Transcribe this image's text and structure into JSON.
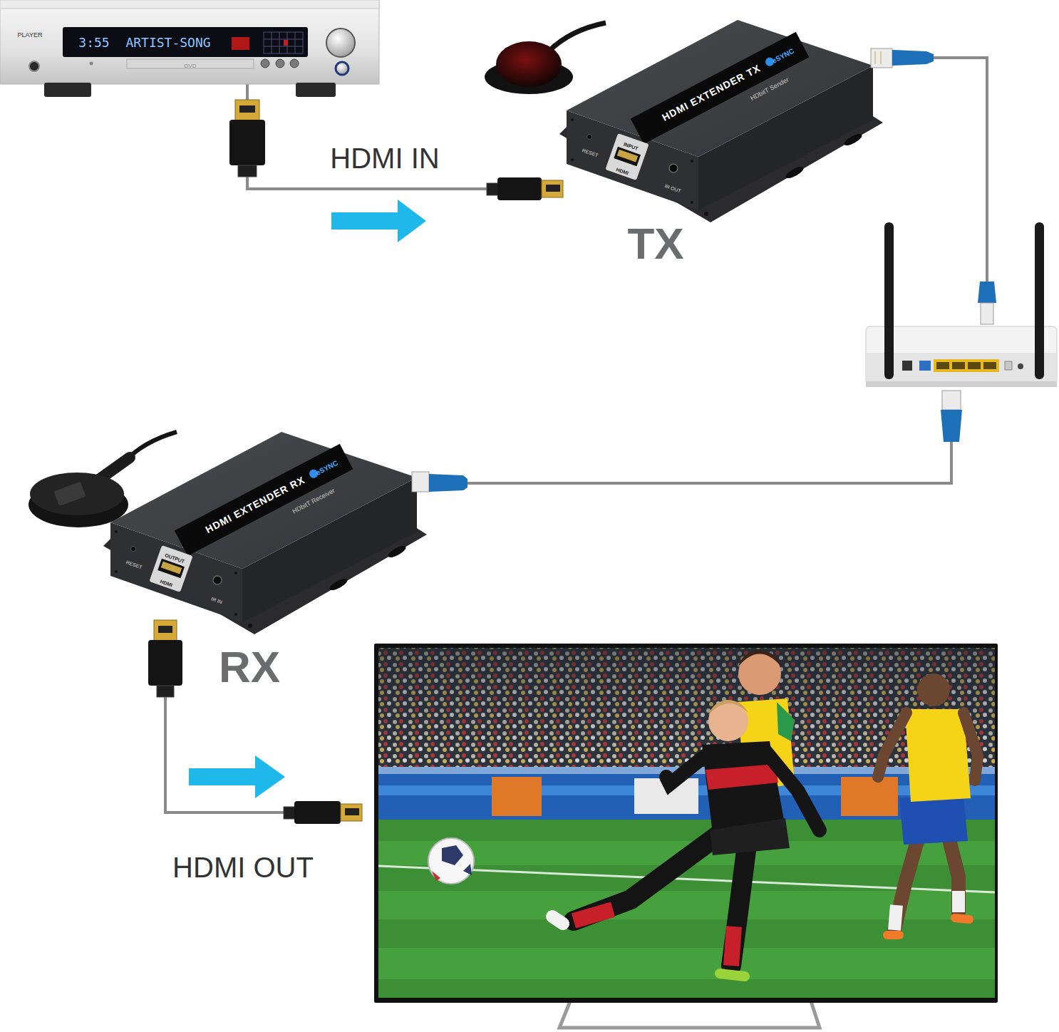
{
  "diagram": {
    "nodes": [
      {
        "text": [
          "PLAYER",
          "3:55",
          "ARTIST-SONG",
          "DVD"
        ]
      },
      {
        "text": [
          "TX",
          "HDMI EXTENDER TX",
          "eSYNC",
          "HDbitT Sender",
          "RESET",
          "INPUT",
          "HDMI",
          "IR OUT"
        ]
      },
      {
        "text": [
          "RX",
          "HDMI EXTENDER RX",
          "eSYNC",
          "HDbitT Receiver",
          "RESET",
          "OUTPUT",
          "HDMI",
          "IR IN"
        ]
      }
    ],
    "edges": [
      {
        "from": 0,
        "to": 1,
        "arrow": "none",
        "label": "HDMI IN"
      }
    ],
    "labels": [
      "HDMI OUT"
    ]
  }
}
